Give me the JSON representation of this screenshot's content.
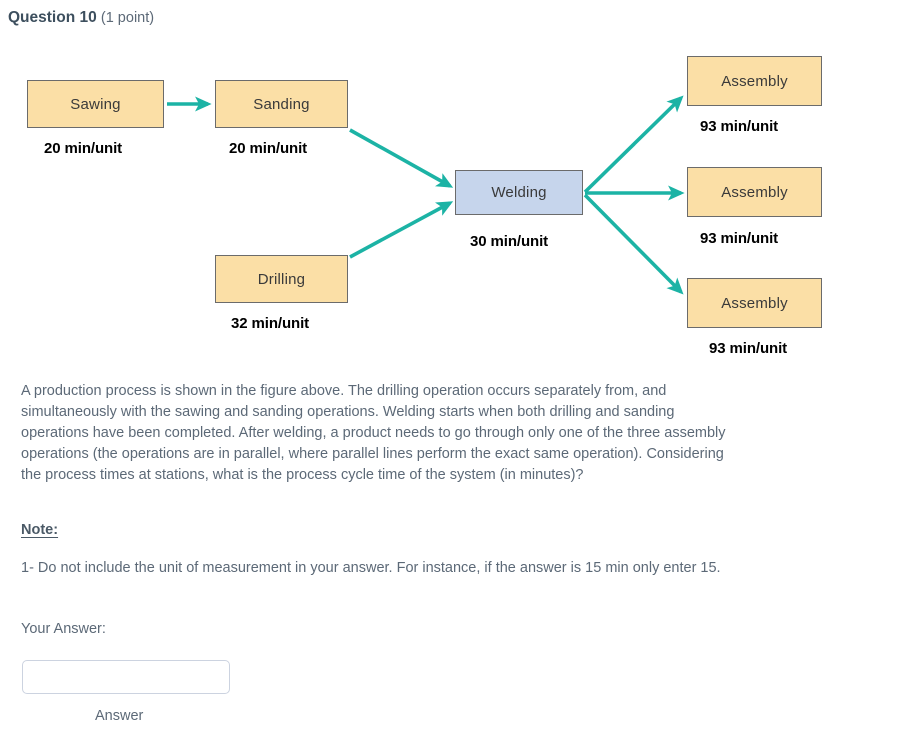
{
  "header": {
    "question_title": "Question 10",
    "points": "(1 point)"
  },
  "diagram": {
    "arrow_color": "#1cb3a5",
    "node_fill": "#fbdfa6",
    "node_fill_highlight": "#c6d5ec",
    "node_border": "#6b6b6b",
    "nodes": [
      {
        "id": "sawing",
        "label": "Sawing",
        "caption": "20 min/unit"
      },
      {
        "id": "sanding",
        "label": "Sanding",
        "caption": "20 min/unit"
      },
      {
        "id": "drilling",
        "label": "Drilling",
        "caption": "32 min/unit"
      },
      {
        "id": "welding",
        "label": "Welding",
        "caption": "30 min/unit"
      },
      {
        "id": "assembly-1",
        "label": "Assembly",
        "caption": "93 min/unit"
      },
      {
        "id": "assembly-2",
        "label": "Assembly",
        "caption": "93 min/unit"
      },
      {
        "id": "assembly-3",
        "label": "Assembly",
        "caption": "93 min/unit"
      }
    ],
    "edges": [
      {
        "from": "sawing",
        "to": "sanding"
      },
      {
        "from": "sanding",
        "to": "welding"
      },
      {
        "from": "drilling",
        "to": "welding"
      },
      {
        "from": "welding",
        "to": "assembly-1"
      },
      {
        "from": "welding",
        "to": "assembly-2"
      },
      {
        "from": "welding",
        "to": "assembly-3"
      }
    ]
  },
  "body": {
    "paragraph": "A production process is shown in the figure above. The drilling operation occurs separately from, and simultaneously with the sawing and sanding operations. Welding starts when both drilling and sanding operations have been completed. After welding, a product needs to go through only one of the three assembly operations (the operations are in parallel, where parallel lines perform the exact same operation). Considering the process times at stations, what is the process cycle time of the system (in minutes)?",
    "note_heading": "Note:",
    "note_text": "1- Do not include the unit of measurement in your answer. For instance, if the answer is 15 min only enter 15.",
    "your_answer_label": "Your Answer:",
    "answer_value": "",
    "answer_placeholder": "",
    "answer_caption": "Answer"
  }
}
